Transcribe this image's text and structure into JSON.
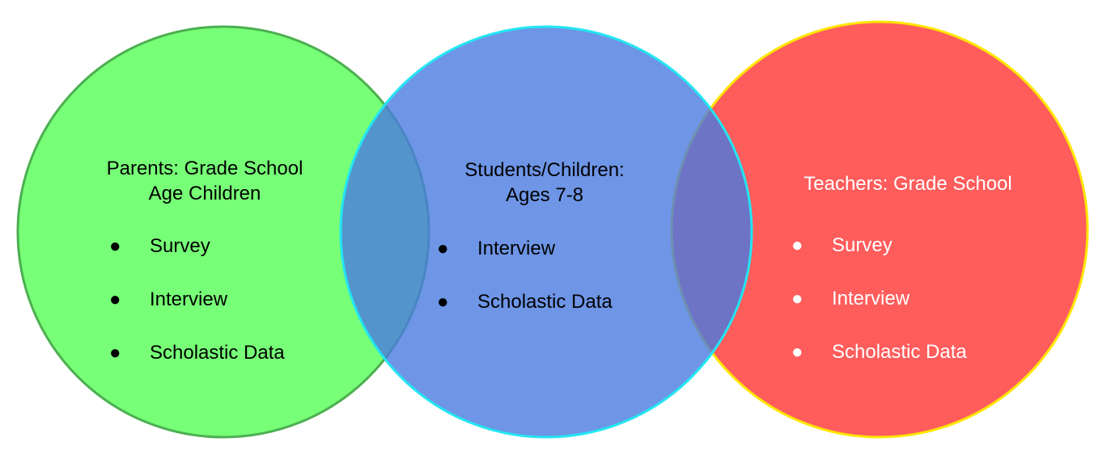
{
  "circles": [
    {
      "id": "parents",
      "title_lines": [
        "Parents: Grade School",
        "Age Children"
      ],
      "items": [
        "Survey",
        "Interview",
        "Scholastic Data"
      ],
      "fill": "#77FF77",
      "stroke": "#4caf50",
      "text_color": "#000000"
    },
    {
      "id": "students",
      "title_lines": [
        "Students/Children:",
        "Ages 7-8"
      ],
      "items": [
        "Interview",
        "Scholastic Data"
      ],
      "fill": "#5B87E0",
      "stroke": "#22E6F2",
      "text_color": "#000000"
    },
    {
      "id": "teachers",
      "title_lines": [
        "Teachers: Grade School"
      ],
      "items": [
        "Survey",
        "Interview",
        "Scholastic Data"
      ],
      "fill": "#FF5C5C",
      "stroke": "#FFE600",
      "text_color": "#FFFFFF"
    }
  ],
  "bullet_glyph": "●"
}
